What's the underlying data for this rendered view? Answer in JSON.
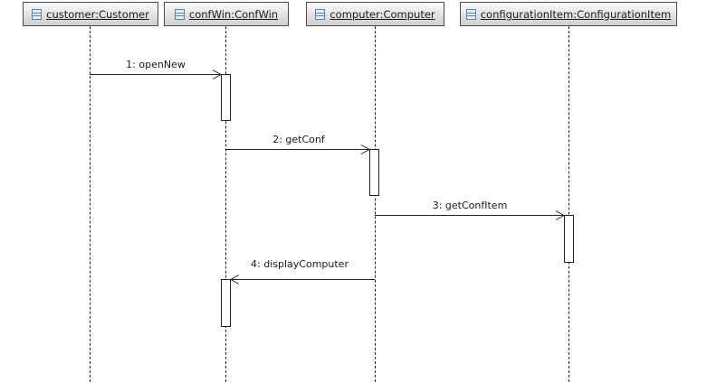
{
  "participants": [
    {
      "id": "customer",
      "name": "customer:Customer",
      "icon": "class-icon"
    },
    {
      "id": "confwin",
      "name": "confWin:ConfWin",
      "icon": "class-icon"
    },
    {
      "id": "computer",
      "name": "computer:Computer",
      "icon": "class-icon"
    },
    {
      "id": "configitem",
      "name": "configurationItem:ConfigurationItem",
      "icon": "class-icon"
    }
  ],
  "messages": [
    {
      "label": "1: openNew",
      "from": "customer",
      "to": "confwin"
    },
    {
      "label": "2: getConf",
      "from": "confwin",
      "to": "computer"
    },
    {
      "label": "3: getConfItem",
      "from": "computer",
      "to": "configitem"
    },
    {
      "label": "4: displayComputer",
      "from": "computer",
      "to": "confwin"
    }
  ]
}
